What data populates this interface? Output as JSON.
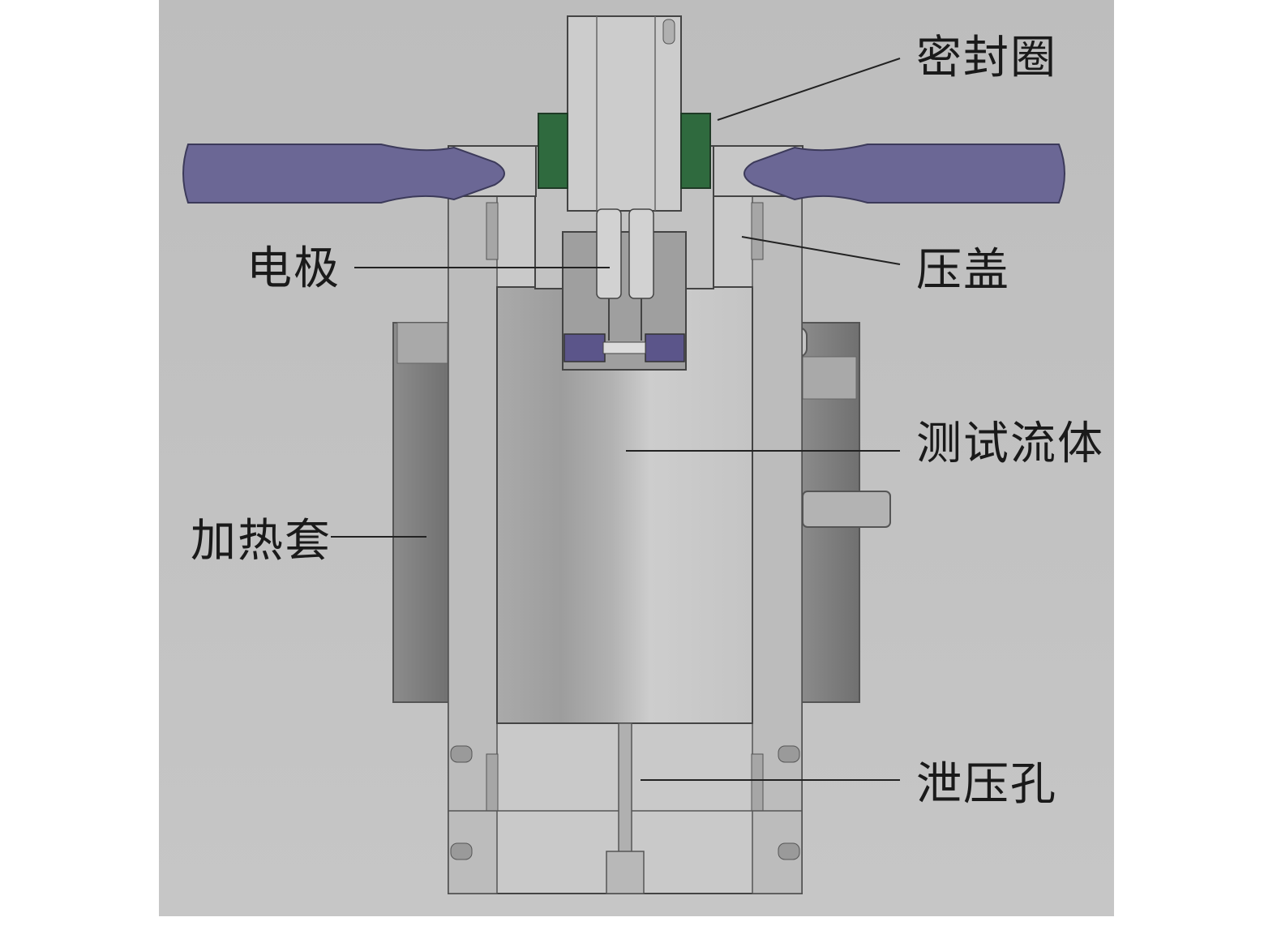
{
  "labels": {
    "seal_ring": "密封圈",
    "electrode": "电极",
    "gland": "压盖",
    "test_fluid": "测试流体",
    "heating_jacket": "加热套",
    "relief_hole": "泄压孔"
  },
  "colors": {
    "background": "#b9b9b9",
    "body": "#c8c8c8",
    "body_dark": "#9a9a9a",
    "handle": "#6b6795",
    "seal": "#2f6a3e",
    "heater": "#808080",
    "fluid": "#c3c3c3",
    "outline": "#444444"
  }
}
